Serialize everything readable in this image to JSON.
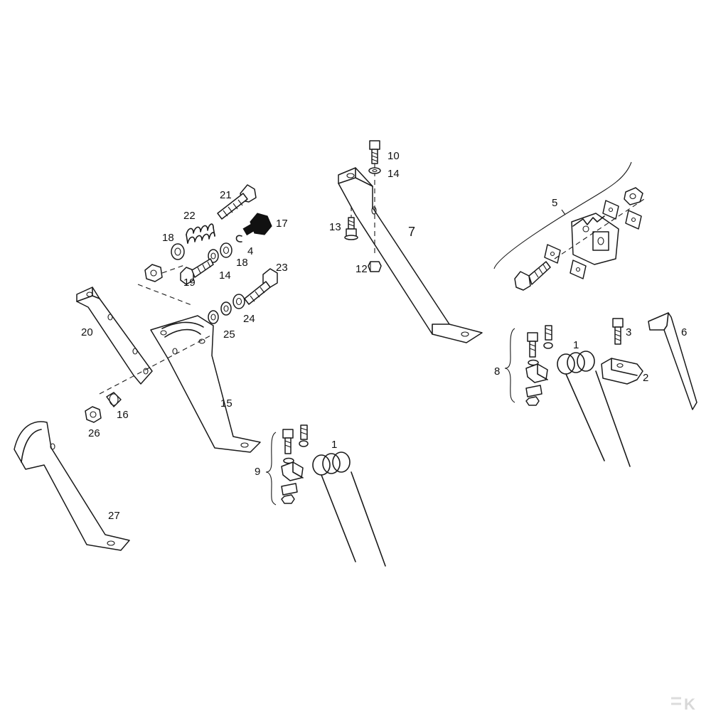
{
  "callouts": [
    {
      "id": "c10",
      "text": "10"
    },
    {
      "id": "c14a",
      "text": "14"
    },
    {
      "id": "c13",
      "text": "13"
    },
    {
      "id": "c7",
      "text": "7"
    },
    {
      "id": "c12",
      "text": "12"
    },
    {
      "id": "c5",
      "text": "5"
    },
    {
      "id": "c21",
      "text": "21"
    },
    {
      "id": "c22",
      "text": "22"
    },
    {
      "id": "c17",
      "text": "17"
    },
    {
      "id": "c18a",
      "text": "18"
    },
    {
      "id": "c4",
      "text": "4"
    },
    {
      "id": "c18b",
      "text": "18"
    },
    {
      "id": "c19",
      "text": "19"
    },
    {
      "id": "c14b",
      "text": "14"
    },
    {
      "id": "c23",
      "text": "23"
    },
    {
      "id": "c24",
      "text": "24"
    },
    {
      "id": "c25",
      "text": "25"
    },
    {
      "id": "c20",
      "text": "20"
    },
    {
      "id": "c15",
      "text": "15"
    },
    {
      "id": "c16",
      "text": "16"
    },
    {
      "id": "c26",
      "text": "26"
    },
    {
      "id": "c27",
      "text": "27"
    },
    {
      "id": "c9",
      "text": "9"
    },
    {
      "id": "c1a",
      "text": "1"
    },
    {
      "id": "c8",
      "text": "8"
    },
    {
      "id": "c1b",
      "text": "1"
    },
    {
      "id": "c3",
      "text": "3"
    },
    {
      "id": "c2",
      "text": "2"
    },
    {
      "id": "c6",
      "text": "6"
    }
  ],
  "brand": {
    "mark": "K",
    "icon": "kramp-logo-icon"
  }
}
